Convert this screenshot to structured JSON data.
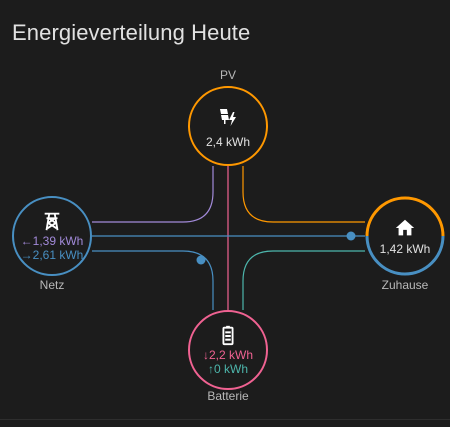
{
  "card": {
    "title": "Energieverteilung Heute"
  },
  "colors": {
    "solar": "#ff9800",
    "grid_consumption": "#488fc2",
    "grid_return": "#8353d1",
    "grid_return_line": "#a28ad9",
    "battery_in": "#f06292",
    "battery_out": "#4db6ac",
    "home_line": "#b0b0b0",
    "background": "#1c1c1c"
  },
  "nodes": {
    "solar": {
      "label": "PV",
      "icon": "solar-power-icon",
      "value": "2,4 kWh"
    },
    "grid": {
      "label": "Netz",
      "icon": "transmission-tower-icon",
      "return_arrow": "←",
      "return_value": "1,39 kWh",
      "consumption_arrow": "→",
      "consumption_value": "2,61 kWh"
    },
    "home": {
      "label": "Zuhause",
      "icon": "home-icon",
      "value": "1,42 kWh"
    },
    "battery": {
      "label": "Batterie",
      "icon": "battery-icon",
      "in_arrow": "↓",
      "in_value": "2,2 kWh",
      "out_arrow": "↑",
      "out_value": "0 kWh"
    }
  }
}
